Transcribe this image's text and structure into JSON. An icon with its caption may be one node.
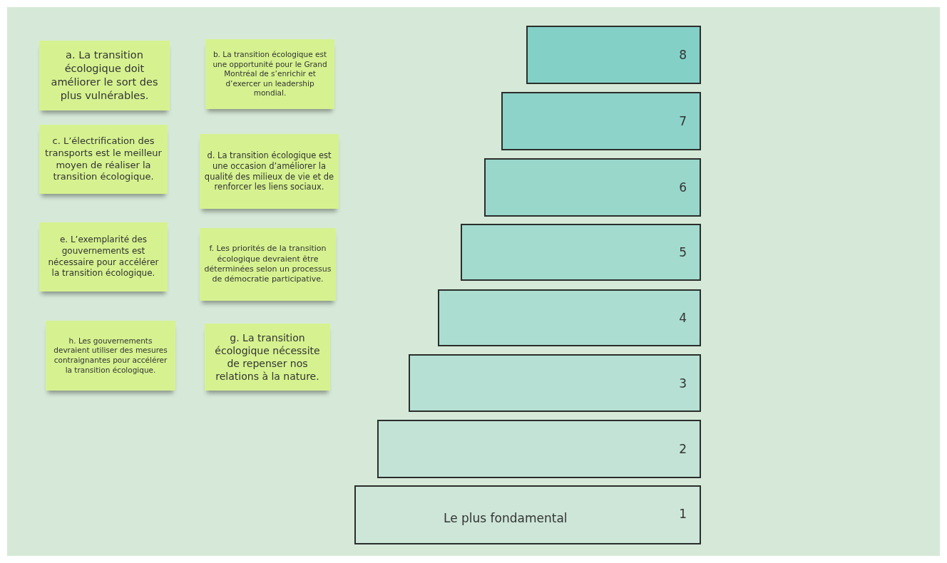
{
  "diagram": {
    "nodes": [
      {
        "text": [
          "a. La transition écologique doit améliorer le sort des plus vulnérables."
        ]
      },
      {
        "text": [
          "b. La transition écologique est une opportunité pour le Grand Montréal de s’enrichir et d’exercer un leadership mondial."
        ]
      },
      {
        "text": [
          "c. L’électrification des transports est le meilleur moyen de réaliser la transition écologique."
        ]
      },
      {
        "text": [
          "d. La transition écologique est une occasion d’améliorer la qualité des milieux de vie et de renforcer les liens sociaux."
        ]
      },
      {
        "text": [
          "e. L’exemplarité des gouvernements est nécessaire pour accélérer la transition écologique."
        ]
      },
      {
        "text": [
          "f. Les priorités de la transition écologique devraient être déterminées selon un processus de démocratie participative."
        ]
      },
      {
        "text": [
          "h. Les gouvernements devraient utiliser des mesures contraignantes pour accélérer la transition écologique."
        ]
      },
      {
        "text": [
          "g. La transition écologique nécessite de repenser nos relations à la nature."
        ]
      },
      {
        "text": [
          "8"
        ]
      },
      {
        "text": [
          "7"
        ]
      },
      {
        "text": [
          "6"
        ]
      },
      {
        "text": [
          "5"
        ]
      },
      {
        "text": [
          "4"
        ]
      },
      {
        "text": [
          "3"
        ]
      },
      {
        "text": [
          "2"
        ]
      },
      {
        "text": [
          "Le plus fondamental",
          "1"
        ]
      }
    ]
  }
}
